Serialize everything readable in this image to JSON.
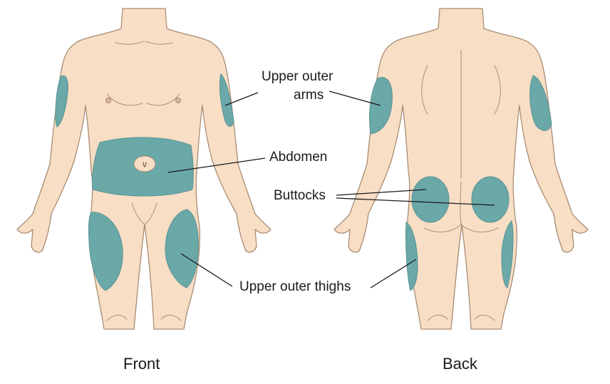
{
  "labels": {
    "upper_arms_line1": "Upper outer",
    "upper_arms_line2": "arms",
    "abdomen": "Abdomen",
    "buttocks": "Buttocks",
    "thighs": "Upper outer thighs"
  },
  "captions": {
    "front": "Front",
    "back": "Back"
  },
  "colors": {
    "skin": "#f7dec5",
    "skin_outline": "#a98c74",
    "injection_site": "#6ba8a8",
    "text": "#1a1a1a"
  }
}
